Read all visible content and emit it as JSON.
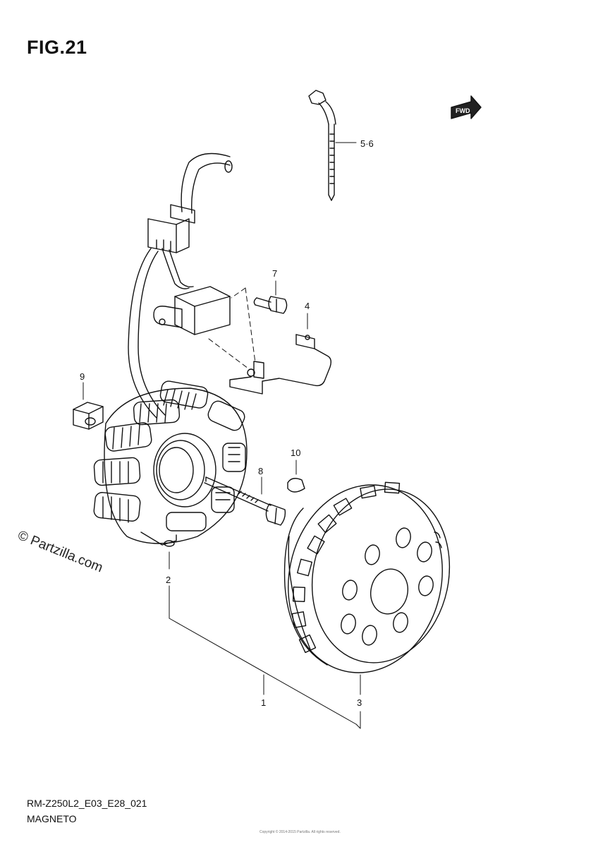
{
  "figure": {
    "title": "FIG.21",
    "direction_badge": "FWD"
  },
  "callouts": [
    {
      "id": "1",
      "label": "1"
    },
    {
      "id": "2",
      "label": "2"
    },
    {
      "id": "3",
      "label": "3"
    },
    {
      "id": "4",
      "label": "4"
    },
    {
      "id": "5-6",
      "label": "5·6"
    },
    {
      "id": "7",
      "label": "7"
    },
    {
      "id": "8",
      "label": "8"
    },
    {
      "id": "9",
      "label": "9"
    },
    {
      "id": "10",
      "label": "10"
    }
  ],
  "watermark": "© Partzilla.com",
  "footer": {
    "model_code": "RM-Z250L2_E03_E28_021",
    "section_name": "MAGNETO",
    "copyright": "Copyright © 2014-2015 Partzilla. All rights reserved."
  }
}
